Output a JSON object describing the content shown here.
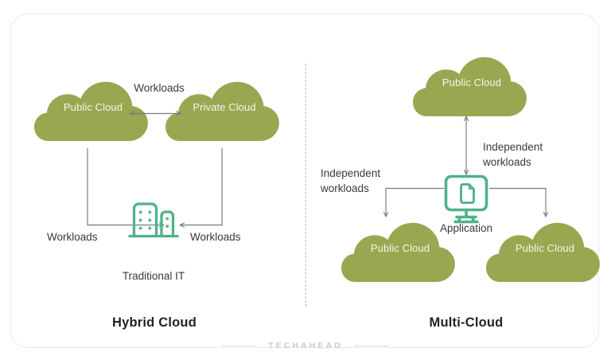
{
  "colors": {
    "cloud_green": "#97a851",
    "icon_green": "#4fb288",
    "arrow_gray": "#7a7a7e",
    "text_dark": "#3a3a3c",
    "title_dark": "#232326",
    "card_border": "#dfeef0",
    "divider_gray": "#b9b9b9",
    "watermark_gray": "#c9c9c9",
    "cloud_text": "#f4f6e9"
  },
  "hybrid": {
    "title": "Hybrid Cloud",
    "public_cloud": "Public\nCloud",
    "private_cloud": "Private\nCloud",
    "workloads_top": "Workloads",
    "workloads_left": "Workloads",
    "workloads_right": "Workloads",
    "traditional_it": "Traditional IT"
  },
  "multicloud": {
    "title": "Multi-Cloud",
    "public_cloud_top": "Public\nCloud",
    "public_cloud_left": "Public\nCloud",
    "public_cloud_right": "Public\nCloud",
    "independent_left": "Independent\nworkloads",
    "independent_right": "Independent\nworkloads",
    "application": "Application"
  },
  "watermark": {
    "text": "TECHAHEAD"
  }
}
